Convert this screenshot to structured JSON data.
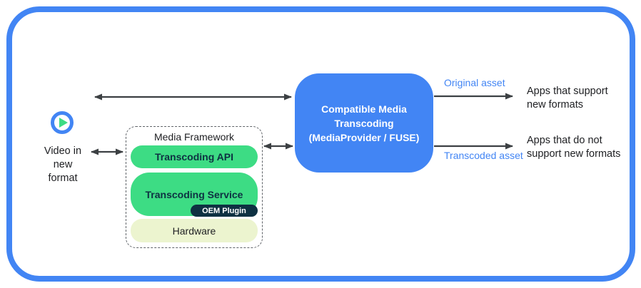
{
  "colors": {
    "accent_blue": "#4285F4",
    "android_green": "#3DDC84",
    "dark_navy": "#0E3142",
    "light_green": "#ECF4CF",
    "arrow_gray": "#3C4043",
    "asset_label_blue": "#4285F4"
  },
  "diagram": {
    "video_source_label": "Video in\nnew\nformat",
    "media_framework": {
      "title": "Media Framework",
      "transcoding_api": "Transcoding API",
      "transcoding_service": "Transcoding Service",
      "oem_plugin": "OEM Plugin",
      "hardware": "Hardware"
    },
    "transcoding_box_label": "Compatible Media\nTranscoding\n(MediaProvider / FUSE)",
    "original_asset_label": "Original asset",
    "transcoded_asset_label": "Transcoded asset",
    "apps_support_label": "Apps that support\nnew formats",
    "apps_no_support_label": "Apps that do not\nsupport new formats"
  }
}
